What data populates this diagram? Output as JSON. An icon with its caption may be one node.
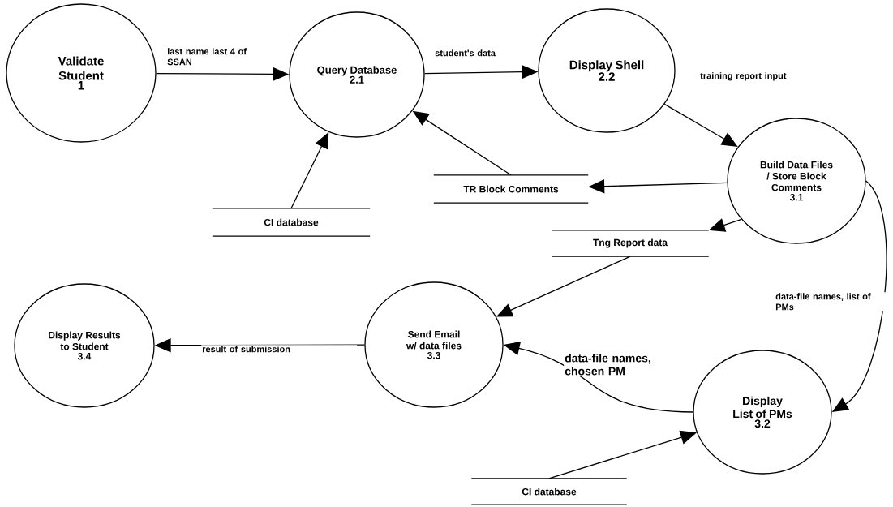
{
  "diagram": {
    "nodes": [
      {
        "text": [
          "Validate Student",
          "1"
        ]
      },
      {
        "text": [
          "Query Database",
          "2.1"
        ]
      },
      {
        "text": [
          "Display Shell",
          "2.2"
        ]
      },
      {
        "text": [
          "Build Data Files / Store Block Comments",
          "3.1"
        ]
      },
      {
        "text": [
          "TR Block Comments"
        ]
      },
      {
        "text": [
          "CI database"
        ]
      },
      {
        "text": [
          "Tng Report data"
        ]
      },
      {
        "text": [
          "Display Results to Student",
          "3.4"
        ]
      },
      {
        "text": [
          "Send Email w/ data files",
          "3.3"
        ]
      },
      {
        "text": [
          "Display List of PMs",
          "3.2"
        ]
      },
      {
        "text": [
          "CI database"
        ]
      }
    ],
    "edges": [
      {
        "from": 0,
        "to": 1,
        "arrow": "to",
        "label": "last name last 4 of SSAN"
      },
      {
        "from": 1,
        "to": 2,
        "arrow": "to",
        "label": "student's data"
      },
      {
        "from": 2,
        "to": 3,
        "arrow": "to",
        "label": "training report input"
      },
      {
        "from": 5,
        "to": 1,
        "arrow": "to"
      },
      {
        "from": 4,
        "to": 1,
        "arrow": "to"
      },
      {
        "from": 3,
        "to": 4,
        "arrow": "to"
      },
      {
        "from": 3,
        "to": 6,
        "arrow": "to"
      },
      {
        "from": 6,
        "to": 8,
        "arrow": "to"
      },
      {
        "from": 3,
        "to": 9,
        "arrow": "to",
        "label": "data-file names, list of PMs"
      },
      {
        "from": 9,
        "to": 8,
        "arrow": "to",
        "label": "data-file names, chosen PM"
      },
      {
        "from": 8,
        "to": 7,
        "arrow": "to",
        "label": "result of submission"
      },
      {
        "from": 10,
        "to": 9,
        "arrow": "to"
      }
    ]
  }
}
